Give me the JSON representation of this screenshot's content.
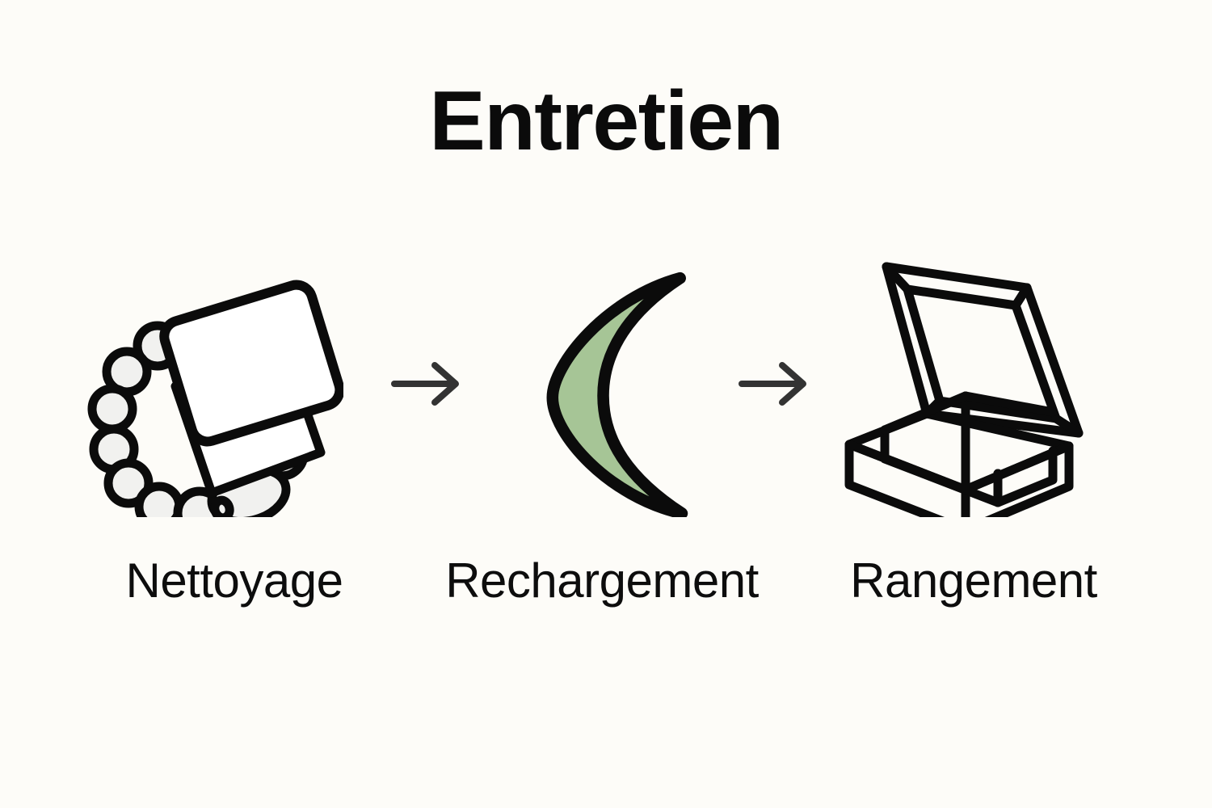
{
  "page": {
    "title": "Entretien",
    "background_color": "#fdfcf8",
    "ink_color": "#0b0b0b",
    "accent_color": "#a6c596",
    "bead_fill_color": "#f1f1ef",
    "arrow_color": "#333333"
  },
  "steps": [
    {
      "id": "nettoyage",
      "order": 1,
      "label": "Nettoyage",
      "icon_name": "bracelet-with-cloth-icon",
      "icon_description": "beaded bracelet with folded polishing cloth"
    },
    {
      "id": "rechargement",
      "order": 2,
      "label": "Rechargement",
      "icon_name": "crescent-moon-icon",
      "icon_description": "green crescent moon"
    },
    {
      "id": "rangement",
      "order": 3,
      "label": "Rangement",
      "icon_name": "jewelry-box-icon",
      "icon_description": "open jewelry box with four compartments"
    }
  ],
  "arrows": [
    {
      "id": "arrow-1",
      "icon_name": "arrow-right-icon",
      "from": "nettoyage",
      "to": "rechargement"
    },
    {
      "id": "arrow-2",
      "icon_name": "arrow-right-icon",
      "from": "rechargement",
      "to": "rangement"
    }
  ]
}
